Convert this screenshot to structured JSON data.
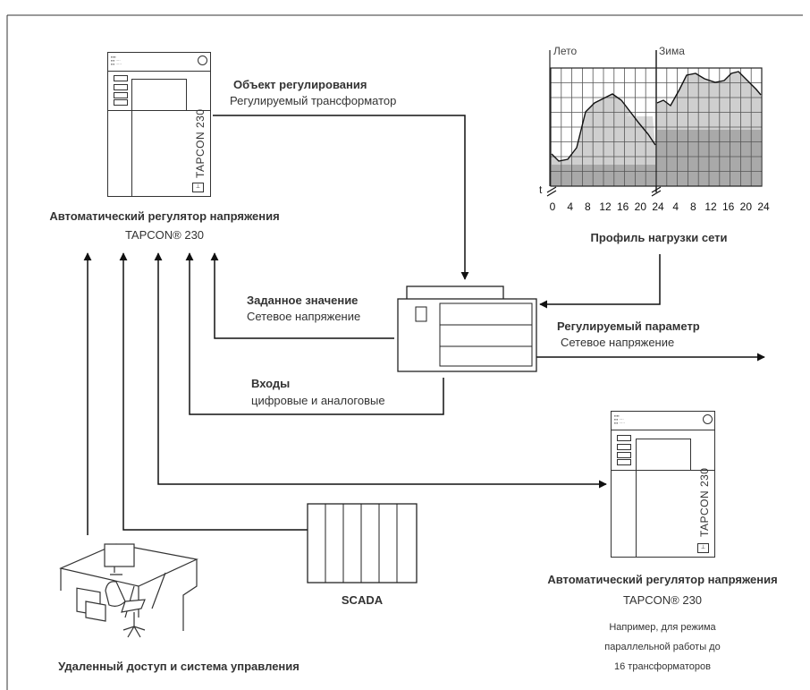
{
  "regulator_top": {
    "title": "Автоматический регулятор напряжения",
    "model": "TAPCON® 230",
    "device_label": "TAPCON 230"
  },
  "control_object": {
    "title": "Объект регулирования",
    "subtitle": "Регулируемый трансформатор"
  },
  "load_profile": {
    "summer_label": "Лето",
    "winter_label": "Зима",
    "t_label": "t",
    "x_ticks": [
      "0",
      "4",
      "8",
      "12",
      "16",
      "20",
      "24",
      "4",
      "8",
      "12",
      "16",
      "20",
      "24"
    ],
    "caption": "Профиль нагрузки сети"
  },
  "setpoint": {
    "title": "Заданное значение",
    "subtitle": "Сетевое напряжение"
  },
  "controlled_param": {
    "title": "Регулируемый параметр",
    "subtitle": "Сетевое напряжение"
  },
  "inputs": {
    "title": "Входы",
    "subtitle": "цифровые и аналоговые"
  },
  "regulator_bottom": {
    "title": "Автоматический регулятор напряжения",
    "model": "TAPCON® 230",
    "device_label": "TAPCON 230",
    "note_line1": "Например, для режима",
    "note_line2": "параллельной работы до",
    "note_line3": "16 трансформаторов"
  },
  "scada": {
    "label": "SCADA"
  },
  "remote": {
    "label": "Удаленный доступ и система управления"
  },
  "colors": {
    "line": "#1a1a1a",
    "light_fill": "#cfcfcf",
    "dark_fill": "#a9a9a9",
    "grid": "#555555"
  }
}
